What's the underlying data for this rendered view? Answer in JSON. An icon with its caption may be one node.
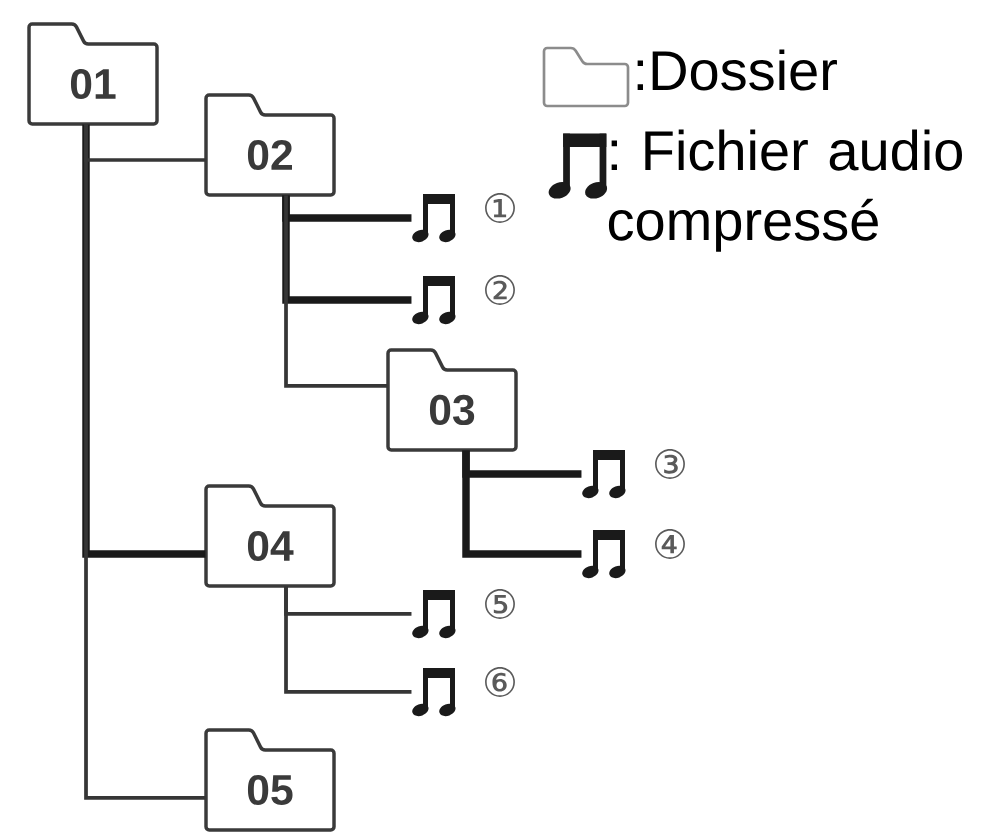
{
  "diagram": {
    "nodes": [
      {
        "text": [
          "01"
        ]
      },
      {
        "text": [
          "02"
        ]
      },
      {
        "text": [],
        "shape": "picture",
        "beside": [
          "①"
        ]
      },
      {
        "text": [],
        "shape": "picture",
        "beside": [
          "②"
        ]
      },
      {
        "text": [
          "03"
        ]
      },
      {
        "text": [],
        "shape": "picture",
        "beside": [
          "③"
        ]
      },
      {
        "text": [],
        "shape": "picture",
        "beside": [
          "④"
        ]
      },
      {
        "text": [
          "04"
        ]
      },
      {
        "text": [],
        "shape": "picture",
        "beside": [
          "⑤"
        ]
      },
      {
        "text": [],
        "shape": "picture",
        "beside": [
          "⑥"
        ]
      },
      {
        "text": [
          "05"
        ]
      }
    ],
    "edges": [
      {
        "from": 0,
        "to": 1,
        "arrow": "none"
      },
      {
        "from": 1,
        "to": 2,
        "arrow": "none",
        "style": "thick"
      },
      {
        "from": 1,
        "to": 3,
        "arrow": "none",
        "style": "thick"
      },
      {
        "from": 1,
        "to": 4,
        "arrow": "none"
      },
      {
        "from": 4,
        "to": 5,
        "arrow": "none",
        "style": "thick"
      },
      {
        "from": 4,
        "to": 6,
        "arrow": "none",
        "style": "thick"
      },
      {
        "from": 0,
        "to": 7,
        "arrow": "none",
        "style": "thick"
      },
      {
        "from": 7,
        "to": 8,
        "arrow": "none"
      },
      {
        "from": 7,
        "to": 9,
        "arrow": "none"
      },
      {
        "from": 0,
        "to": 10,
        "arrow": "none"
      }
    ],
    "legend": [
      {
        "text": ":Dossier"
      },
      {
        "text": ": Fichier audio compressé"
      }
    ]
  }
}
